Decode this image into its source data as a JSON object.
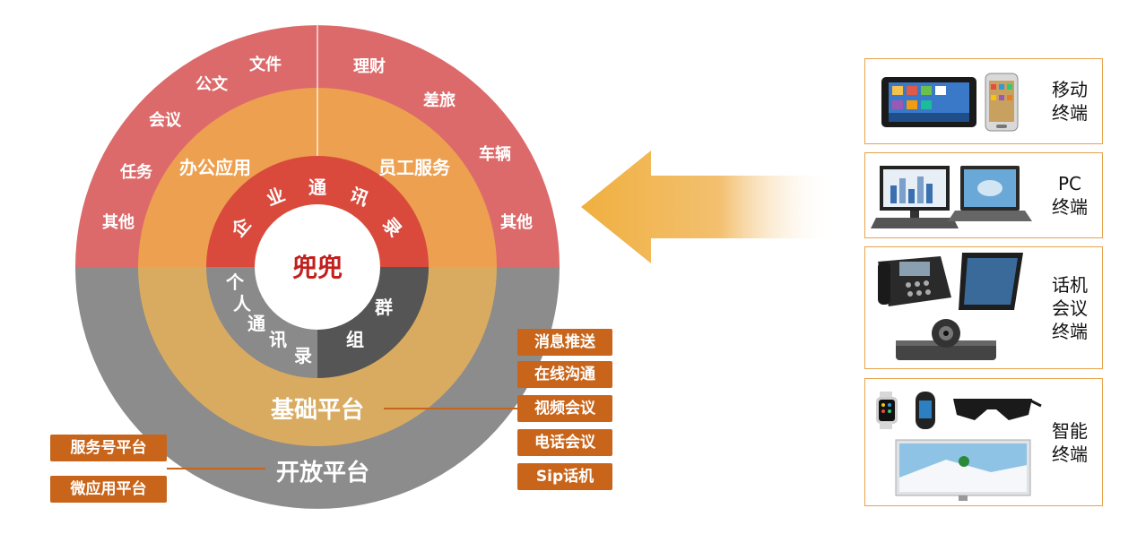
{
  "center": {
    "label": "兜兜"
  },
  "inner_ring": {
    "top_text": [
      "企",
      "业",
      "通",
      "讯",
      "录"
    ],
    "left_text": [
      "个",
      "人",
      "通",
      "讯",
      "录"
    ],
    "right_text": [
      "群",
      "组"
    ]
  },
  "middle_ring": {
    "left_label": "办公应用",
    "right_label": "员工服务",
    "bottom_label": "基础平台"
  },
  "outer_ring": {
    "left_items": [
      "其他",
      "任务",
      "会议",
      "公文",
      "文件"
    ],
    "right_items": [
      "理财",
      "差旅",
      "车辆",
      "其他"
    ],
    "bottom_label": "开放平台"
  },
  "base_platform_tags": [
    "消息推送",
    "在线沟通",
    "视频会议",
    "电话会议",
    "Sip话机"
  ],
  "open_platform_tags": [
    "服务号平台",
    "微应用平台"
  ],
  "terminals": [
    {
      "label": "移动\n终端",
      "icons": [
        "tablet-icon",
        "phone-icon"
      ]
    },
    {
      "label": "PC\n终端",
      "icons": [
        "desktop-icon",
        "laptop-icon"
      ]
    },
    {
      "label": "话机\n会议\n终端",
      "icons": [
        "desk-phone-icon",
        "video-phone-icon",
        "conference-camera-icon"
      ]
    },
    {
      "label": "智能\n终端",
      "icons": [
        "smartwatch-icon",
        "band-icon",
        "vr-glasses-icon",
        "smart-tv-icon"
      ]
    }
  ],
  "colors": {
    "outer_red": "#dd6a6b",
    "outer_gray": "#8c8c8c",
    "middle_orange": "#eda04f",
    "middle_gold": "#d9ab60",
    "inner_red": "#d94a3d",
    "inner_dark": "#555555",
    "tag_orange": "#c8651b",
    "arrow": "#f0b040",
    "center_text": "#c0201e"
  }
}
